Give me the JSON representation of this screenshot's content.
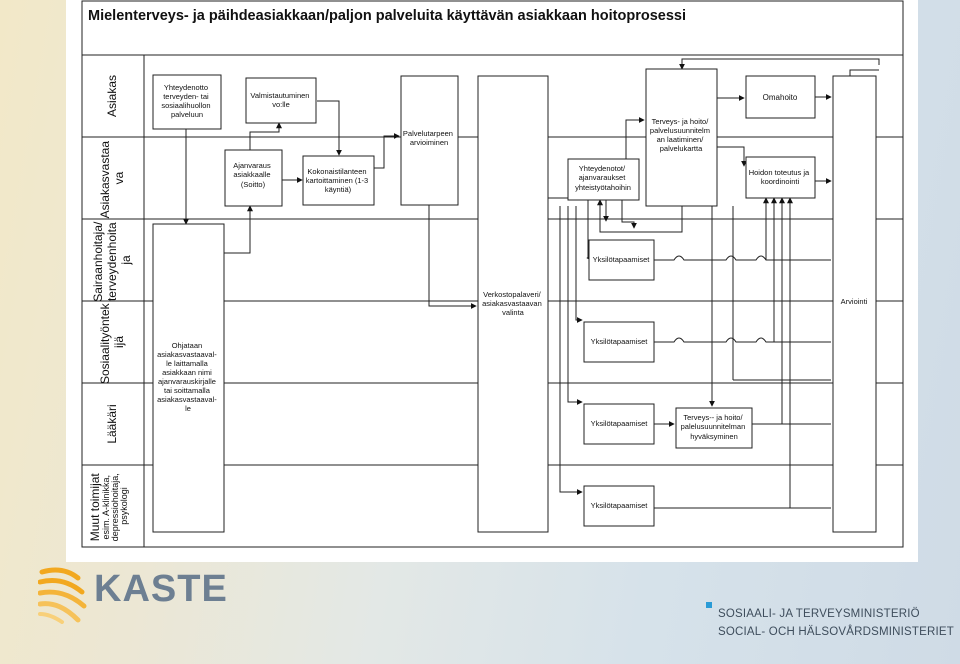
{
  "title": "Mielenterveys- ja päihdeasiakkaan/paljon palveluita käyttävän asiakkaan hoitoprosessi",
  "lanes": [
    {
      "id": "asiakas",
      "lines": [
        "Asiakas"
      ]
    },
    {
      "id": "asiakasvastaava",
      "lines": [
        "Asiakasvastaa",
        "va"
      ]
    },
    {
      "id": "sairaanhoitaja",
      "lines": [
        "Sairaanhoitaja/",
        "terveydenhoita",
        "ja"
      ]
    },
    {
      "id": "sosiaalityontekija",
      "lines": [
        "Sosiaalityöntek",
        "ijä"
      ]
    },
    {
      "id": "laakari",
      "lines": [
        "Lääkäri"
      ]
    },
    {
      "id": "muut",
      "lines": [
        "Muut toimijat",
        "esim. A-klinikka,",
        "depressiohoitaja,",
        "psykologi"
      ]
    }
  ],
  "boxes": [
    {
      "id": "yhteydenotto",
      "lines": [
        "Yhteydenotto",
        "terveyden- tai",
        "sosiaalihuollon",
        "palveluun"
      ]
    },
    {
      "id": "valmistautuminen",
      "lines": [
        "Valmistautuminen",
        "vo:lle"
      ]
    },
    {
      "id": "palvelutarpeen",
      "lines": [
        "Palvelutarpeen",
        "arvioiminen"
      ]
    },
    {
      "id": "ajanvaraus",
      "lines": [
        "Ajanvaraus",
        "asiakkaalle",
        "(Soitto)"
      ]
    },
    {
      "id": "kokonaistilanteen",
      "lines": [
        "Kokonaistilanteen",
        "kartoittaminen (1-3",
        "käyntiä)"
      ]
    },
    {
      "id": "ohjataan",
      "lines": [
        "Ohjataan",
        "asiakasvastaaval-",
        "le laittamalla",
        "asiakkaan nimi",
        "ajanvarauskirjalle",
        "tai soittamalla",
        "asiakasvastaaval-",
        "le"
      ]
    },
    {
      "id": "verkostopalaveri",
      "lines": [
        "Verkostopalaveri/",
        "asiakasvastaavan",
        "valinta"
      ]
    },
    {
      "id": "terveys-hoito",
      "lines": [
        "Terveys- ja hoito/",
        "palvelusuunnitelm",
        "an laatiminen/",
        "palvelukartta"
      ]
    },
    {
      "id": "yhteydenotot",
      "lines": [
        "Yhteydenotot/",
        "ajanvaraukset",
        "yhteistyötahoihin"
      ]
    },
    {
      "id": "omahoito",
      "lines": [
        "Omahoito"
      ]
    },
    {
      "id": "hoidon-toteutus",
      "lines": [
        "Hoidon toteutus ja",
        "koordinointi"
      ]
    },
    {
      "id": "yksilotapaamiset-1",
      "lines": [
        "Yksilötapaamiset"
      ]
    },
    {
      "id": "yksilotapaamiset-2",
      "lines": [
        "Yksilötapaamiset"
      ]
    },
    {
      "id": "yksilotapaamiset-3",
      "lines": [
        "Yksilötapaamiset"
      ]
    },
    {
      "id": "hyvaksyminen",
      "lines": [
        "Terveys-- ja hoito/",
        "palelusuunnitelman",
        "hyväksyminen"
      ]
    },
    {
      "id": "yksilotapaamiset-4",
      "lines": [
        "Yksilötapaamiset"
      ]
    },
    {
      "id": "arviointi",
      "lines": [
        "Arviointi"
      ]
    }
  ],
  "footer": {
    "logo_text": "KASTE",
    "ministry_line1": "SOSIAALI- JA TERVEYSMINISTERIÖ",
    "ministry_line2": "SOCIAL- OCH HÄLSOVÅRDSMINISTERIET"
  },
  "colors": {
    "logo_stripes": "#f2a81f",
    "logo_text": "#6d7f92",
    "ministry_square": "#2a9bd6",
    "ministry_text": "#3e4d5c",
    "background_left": "#f2e8c8",
    "background_right": "#cfdbe6"
  }
}
